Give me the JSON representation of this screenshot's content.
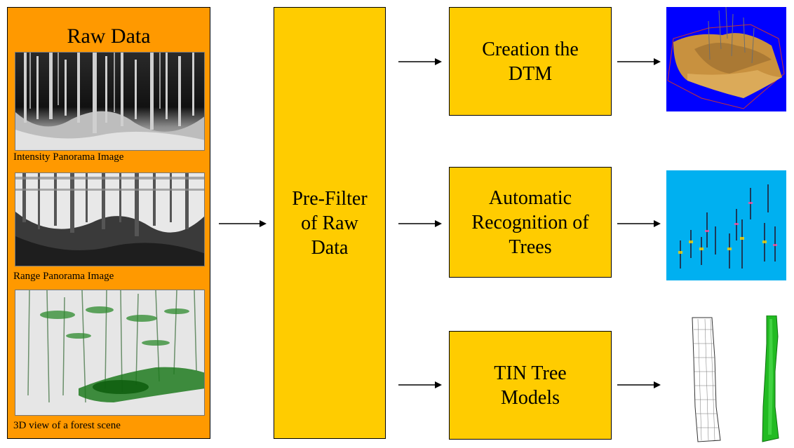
{
  "raw_data": {
    "title": "Raw Data",
    "images": [
      {
        "caption": "Intensity Panorama Image"
      },
      {
        "caption": "Range Panorama Image"
      },
      {
        "caption": "3D view of a forest scene"
      }
    ]
  },
  "prefilter": {
    "line1": "Pre-Filter",
    "line2": "of Raw",
    "line3": "Data"
  },
  "processes": [
    {
      "line1": "Creation the",
      "line2": "DTM"
    },
    {
      "line1": "Automatic",
      "line2": "Recognition of",
      "line3": "Trees"
    },
    {
      "line1": "TIN Tree",
      "line2": "Models"
    }
  ],
  "colors": {
    "raw_panel": "#ff9900",
    "process_box": "#ffcc00",
    "dtm_background": "#0000ff",
    "trees_background": "#00b0f0",
    "tin_solid": "#22bb22"
  }
}
